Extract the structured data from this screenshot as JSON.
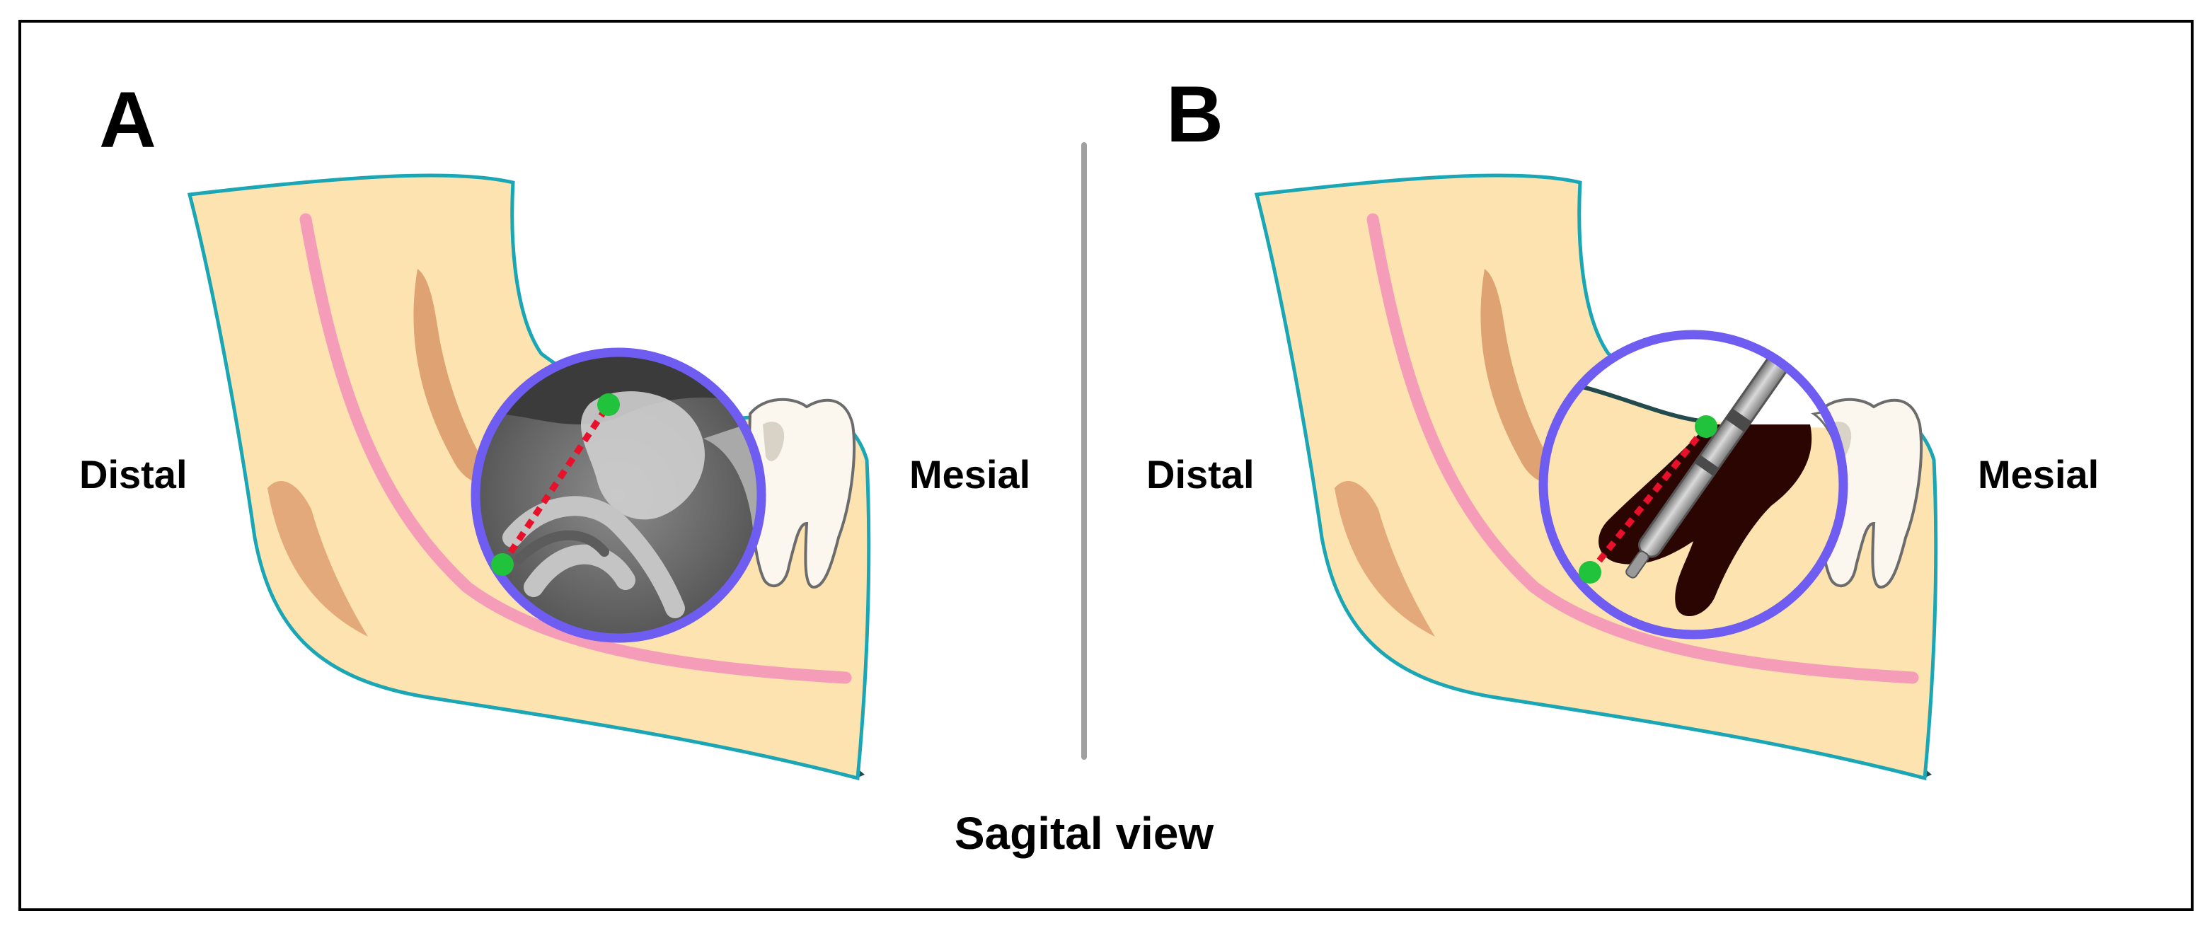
{
  "panels": [
    {
      "letter": "A",
      "left_label": "Distal",
      "right_label": "Mesial",
      "inset": "ct-scan-section"
    },
    {
      "letter": "B",
      "left_label": "Distal",
      "right_label": "Mesial",
      "inset": "tooth-with-instrument"
    }
  ],
  "caption": "Sagital view",
  "colors": {
    "frame": "#000000",
    "bone_fill": "#fde3b0",
    "bone_outline": "#1aa6b4",
    "bone_shadow": "#234b4e",
    "nerve_canal": "#f59db8",
    "root_shading": "#d99668",
    "lens_ring": "#6f5cf0",
    "measure_line": "#e8102a",
    "measure_point": "#21c23c",
    "impacted_tooth": "#2b0502",
    "molar": "#fbf7ee",
    "divider": "#a0a0a0"
  }
}
